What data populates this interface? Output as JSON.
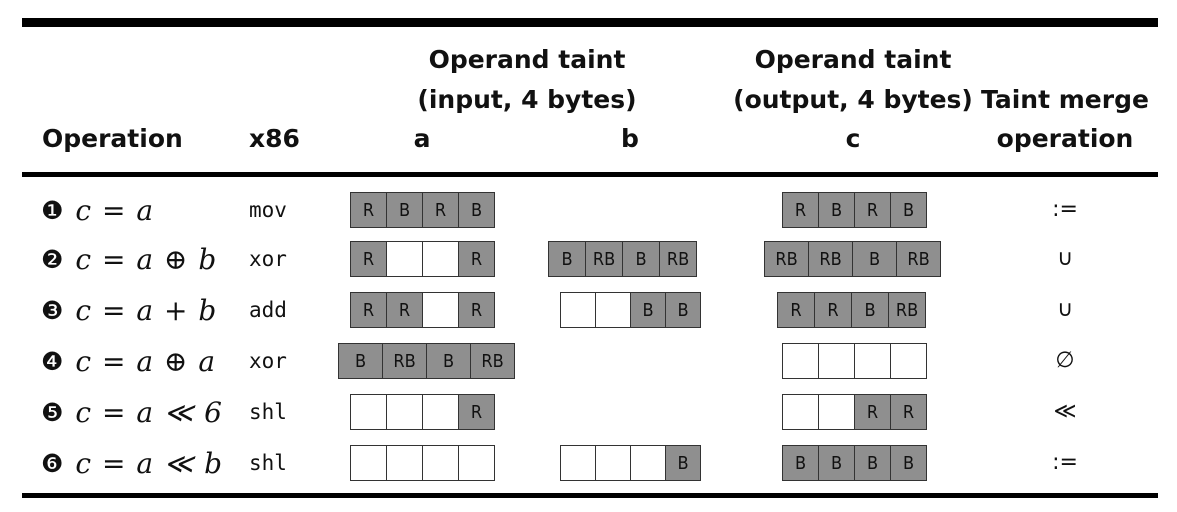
{
  "headers": {
    "operation": "Operation",
    "x86": "x86",
    "input_group": [
      "Operand taint",
      "(input, 4 bytes)"
    ],
    "output_group": [
      "Operand taint",
      "(output, 4 bytes)"
    ],
    "col_a": "a",
    "col_b": "b",
    "col_c": "c",
    "merge": [
      "Taint merge",
      "operation"
    ]
  },
  "rows": [
    {
      "num": "❶",
      "expr": "c = a",
      "x86": "mov",
      "a": [
        "R",
        "B",
        "R",
        "B"
      ],
      "b": null,
      "c": [
        "R",
        "B",
        "R",
        "B"
      ],
      "merge": ":="
    },
    {
      "num": "❷",
      "expr": "c = a ⊕ b",
      "x86": "xor",
      "a": [
        "R",
        "",
        "",
        "R"
      ],
      "b": [
        "B",
        "RB",
        "B",
        "RB"
      ],
      "c": [
        "RB",
        "RB",
        "B",
        "RB"
      ],
      "merge": "∪"
    },
    {
      "num": "❸",
      "expr": "c = a + b",
      "x86": "add",
      "a": [
        "R",
        "R",
        "",
        "R"
      ],
      "b": [
        "",
        "",
        "B",
        "B"
      ],
      "c": [
        "R",
        "R",
        "B",
        "RB"
      ],
      "merge": "∪"
    },
    {
      "num": "❹",
      "expr": "c = a ⊕ a",
      "x86": "xor",
      "a": [
        "B",
        "RB",
        "B",
        "RB"
      ],
      "b": null,
      "c": [
        "",
        "",
        "",
        ""
      ],
      "merge": "∅"
    },
    {
      "num": "❺",
      "expr": "c = a ≪ 6",
      "x86": "shl",
      "a": [
        "",
        "",
        "",
        "R"
      ],
      "b": null,
      "c": [
        "",
        "",
        "R",
        "R"
      ],
      "merge": "≪"
    },
    {
      "num": "❻",
      "expr": "c = a ≪ b",
      "x86": "shl",
      "a": [
        "",
        "",
        "",
        ""
      ],
      "b": [
        "",
        "",
        "",
        "B"
      ],
      "c": [
        "B",
        "B",
        "B",
        "B"
      ],
      "merge": ":="
    }
  ]
}
